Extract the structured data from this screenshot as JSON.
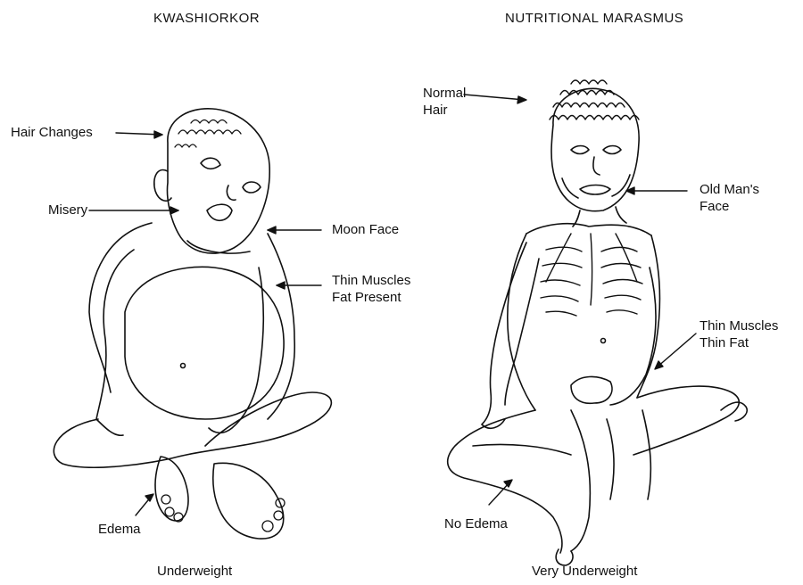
{
  "kwashiorkor": {
    "title": "KWASHIORKOR",
    "caption": "Underweight",
    "labels": {
      "hair": "Hair Changes",
      "misery": "Misery",
      "moon_face": "Moon Face",
      "muscles_line1": "Thin Muscles",
      "muscles_line2": "Fat Present",
      "edema": "Edema"
    }
  },
  "marasmus": {
    "title": "NUTRITIONAL MARASMUS",
    "caption": "Very Underweight",
    "labels": {
      "hair_line1": "Normal",
      "hair_line2": "Hair",
      "face_line1": "Old Man's",
      "face_line2": "Face",
      "muscles_line1": "Thin Muscles",
      "muscles_line2": "Thin Fat",
      "edema": "No Edema"
    }
  }
}
